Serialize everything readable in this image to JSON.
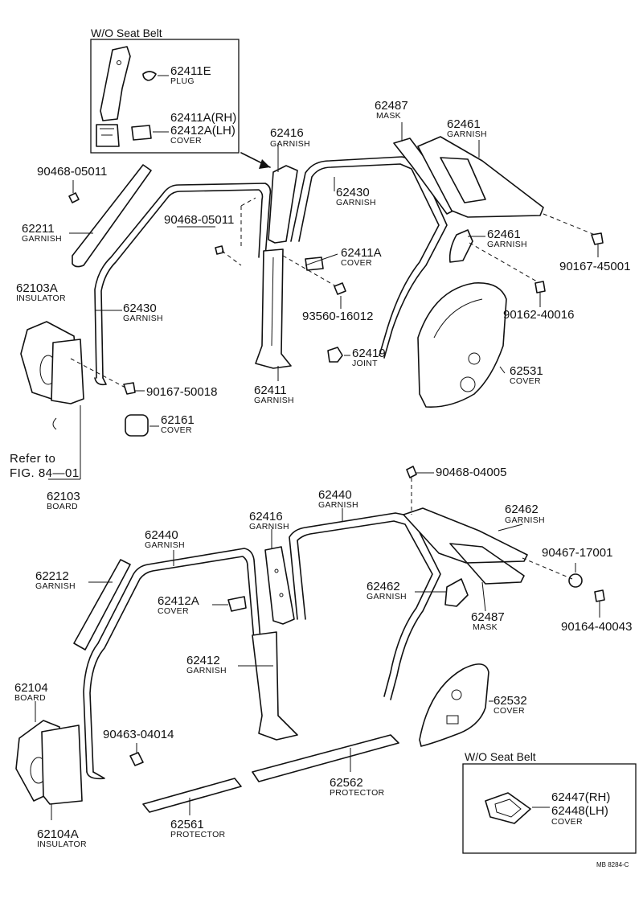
{
  "inset_top": {
    "title": "W/O Seat Belt",
    "plug": {
      "part": "62411E",
      "name": "PLUG"
    },
    "cover": {
      "part_rh": "62411A(RH)",
      "part_lh": "62412A(LH)",
      "name": "COVER"
    }
  },
  "inset_bottom": {
    "title": "W/O Seat Belt",
    "cover": {
      "part_rh": "62447(RH)",
      "part_lh": "62448(LH)",
      "name": "COVER"
    }
  },
  "labels": {
    "l90468_05011a": {
      "part": "90468-05011"
    },
    "l62211": {
      "part": "62211",
      "name": "GARNISH"
    },
    "l62103A": {
      "part": "62103A",
      "name": "INSULATOR"
    },
    "l62430a": {
      "part": "62430",
      "name": "GARNISH"
    },
    "l90468_05011b": {
      "part": "90468-05011"
    },
    "l62416a": {
      "part": "62416",
      "name": "GARNISH"
    },
    "l62430b": {
      "part": "62430",
      "name": "GARNISH"
    },
    "l62487a": {
      "part": "62487",
      "name": "MASK"
    },
    "l62461a": {
      "part": "62461",
      "name": "GARNISH"
    },
    "l62461b": {
      "part": "62461",
      "name": "GARNISH"
    },
    "l62411A": {
      "part": "62411A",
      "name": "COVER"
    },
    "l90167_45001": {
      "part": "90167-45001"
    },
    "l93560_16012": {
      "part": "93560-16012"
    },
    "l90162_40016": {
      "part": "90162-40016"
    },
    "l62419": {
      "part": "62419",
      "name": "JOINT"
    },
    "l62531": {
      "part": "62531",
      "name": "COVER"
    },
    "l90167_50018": {
      "part": "90167-50018"
    },
    "l62411": {
      "part": "62411",
      "name": "GARNISH"
    },
    "l62161": {
      "part": "62161",
      "name": "COVER"
    },
    "l62103": {
      "part": "62103",
      "name": "BOARD"
    },
    "l90468_04005": {
      "part": "90468-04005"
    },
    "l62440a": {
      "part": "62440",
      "name": "GARNISH"
    },
    "l62462a": {
      "part": "62462",
      "name": "GARNISH"
    },
    "l62416b": {
      "part": "62416",
      "name": "GARNISH"
    },
    "l62440b": {
      "part": "62440",
      "name": "GARNISH"
    },
    "l62212": {
      "part": "62212",
      "name": "GARNISH"
    },
    "l90467_17001": {
      "part": "90467-17001"
    },
    "l62412A": {
      "part": "62412A",
      "name": "COVER"
    },
    "l62462b": {
      "part": "62462",
      "name": "GARNISH"
    },
    "l62487b": {
      "part": "62487",
      "name": "MASK"
    },
    "l90164_40043": {
      "part": "90164-40043"
    },
    "l62412": {
      "part": "62412",
      "name": "GARNISH"
    },
    "l62104": {
      "part": "62104",
      "name": "BOARD"
    },
    "l90463_04014": {
      "part": "90463-04014"
    },
    "l62532": {
      "part": "62532",
      "name": "COVER"
    },
    "l62562": {
      "part": "62562",
      "name": "PROTECTOR"
    },
    "l62561": {
      "part": "62561",
      "name": "PROTECTOR"
    },
    "l62104A": {
      "part": "62104A",
      "name": "INSULATOR"
    }
  },
  "refer": {
    "line1": "Refer to",
    "line2": "FIG. 84—01"
  },
  "doc_code": "MB 8284-C"
}
